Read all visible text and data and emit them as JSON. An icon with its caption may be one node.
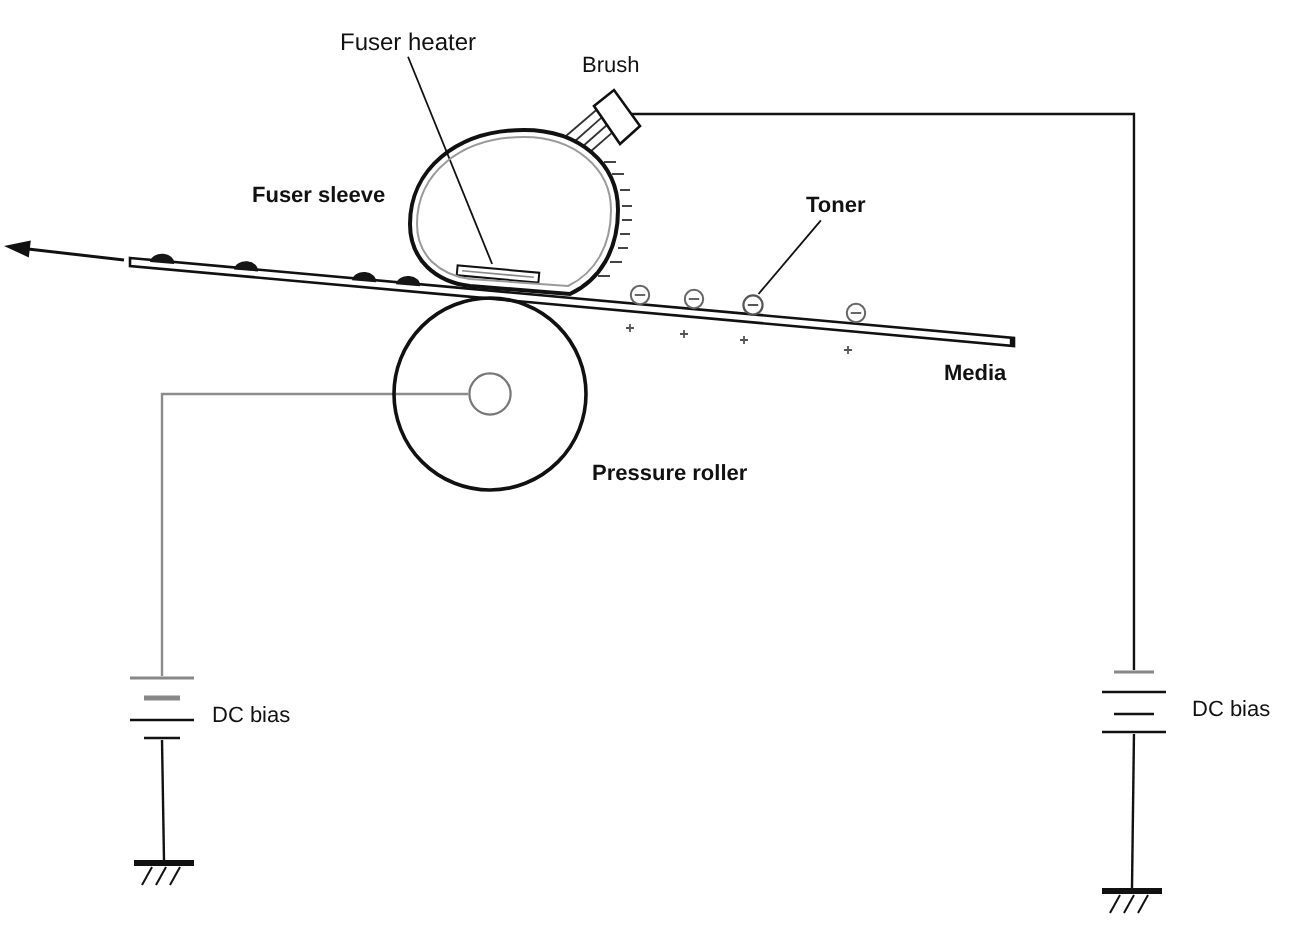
{
  "diagram": {
    "nodes": [
      {
        "text": [
          "Fuser heater"
        ]
      },
      {
        "text": [
          "Brush"
        ]
      },
      {
        "text": [
          "Fuser sleeve"
        ]
      },
      {
        "text": [],
        "shape": "bar",
        "in": 2
      },
      {
        "text": [
          "Toner"
        ]
      },
      {
        "text": [],
        "shape": "circle"
      },
      {
        "text": [
          "Pressure roller"
        ]
      },
      {
        "text": [],
        "shape": "circle",
        "in": 6
      },
      {
        "text": [
          "DC bias"
        ]
      },
      {
        "text": [
          "DC bias"
        ]
      },
      {
        "text": [],
        "shape": "ground"
      },
      {
        "text": [],
        "shape": "ground"
      }
    ],
    "edges": [
      {
        "from": 0,
        "to": 3,
        "arrow": "none"
      },
      {
        "from": 4,
        "to": 5,
        "arrow": "none"
      },
      {
        "from": 1,
        "to": 9,
        "arrow": "none"
      },
      {
        "from": 7,
        "to": 8,
        "arrow": "none",
        "color": "#8c8c8c"
      },
      {
        "from": 8,
        "to": 10,
        "arrow": "none"
      },
      {
        "from": 9,
        "to": 11,
        "arrow": "none"
      }
    ],
    "labels": [
      "Media"
    ]
  }
}
